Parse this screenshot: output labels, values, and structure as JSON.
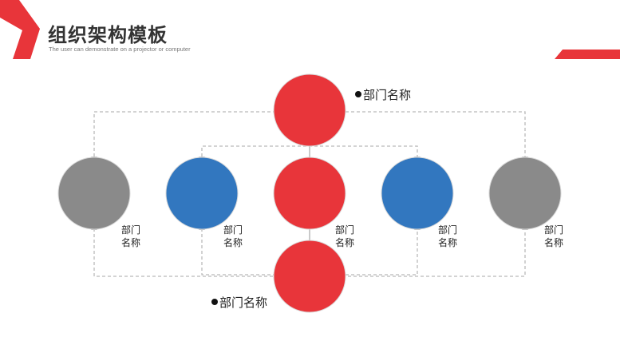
{
  "header": {
    "title": "组织架构模板",
    "subtitle": "The user can demonstrate on a projector or computer"
  },
  "colors": {
    "accent": "#e8353a",
    "blue": "#3277bf",
    "gray": "#8a8a8a",
    "connector": "#b9b9b9"
  },
  "nodes": {
    "top": {
      "label": "部门名称"
    },
    "bottom": {
      "label": "部门名称"
    },
    "far_left": {
      "label": "部门名称"
    },
    "inner_left": {
      "label": "部门名称"
    },
    "center": {
      "label": "部门名称"
    },
    "inner_right": {
      "label": "部门名称"
    },
    "far_right": {
      "label": "部门名称"
    }
  }
}
